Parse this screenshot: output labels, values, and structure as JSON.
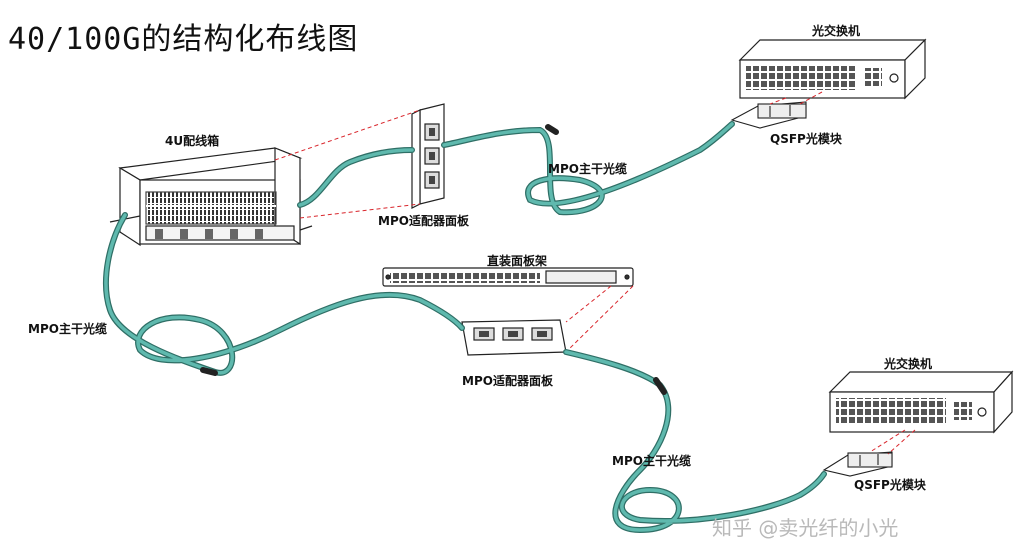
{
  "title": "40/100G的结构化布线图",
  "labels": {
    "chassis_4u": "4U配线箱",
    "mpo_panel_top": "MPO适配器面板",
    "mpo_panel_mid": "MPO适配器面板",
    "direct_rack": "直装面板架",
    "switch_top": "光交换机",
    "switch_bottom": "光交换机",
    "qsfp_top": "QSFP光模块",
    "qsfp_bottom": "QSFP光模块",
    "trunk_top": "MPO主干光缆",
    "trunk_left": "MPO主干光缆",
    "trunk_bottom": "MPO主干光缆"
  },
  "watermark": "知乎 @卖光纤的小光",
  "colors": {
    "cable": "#5fb9ae",
    "cable_dark": "#2f6f66",
    "line": "#222222",
    "dashed": "#d9262c"
  },
  "icons": [
    "patch-chassis",
    "mpo-adapter-panel",
    "rack-panel",
    "optical-switch",
    "qsfp-module",
    "mpo-trunk-cable"
  ]
}
